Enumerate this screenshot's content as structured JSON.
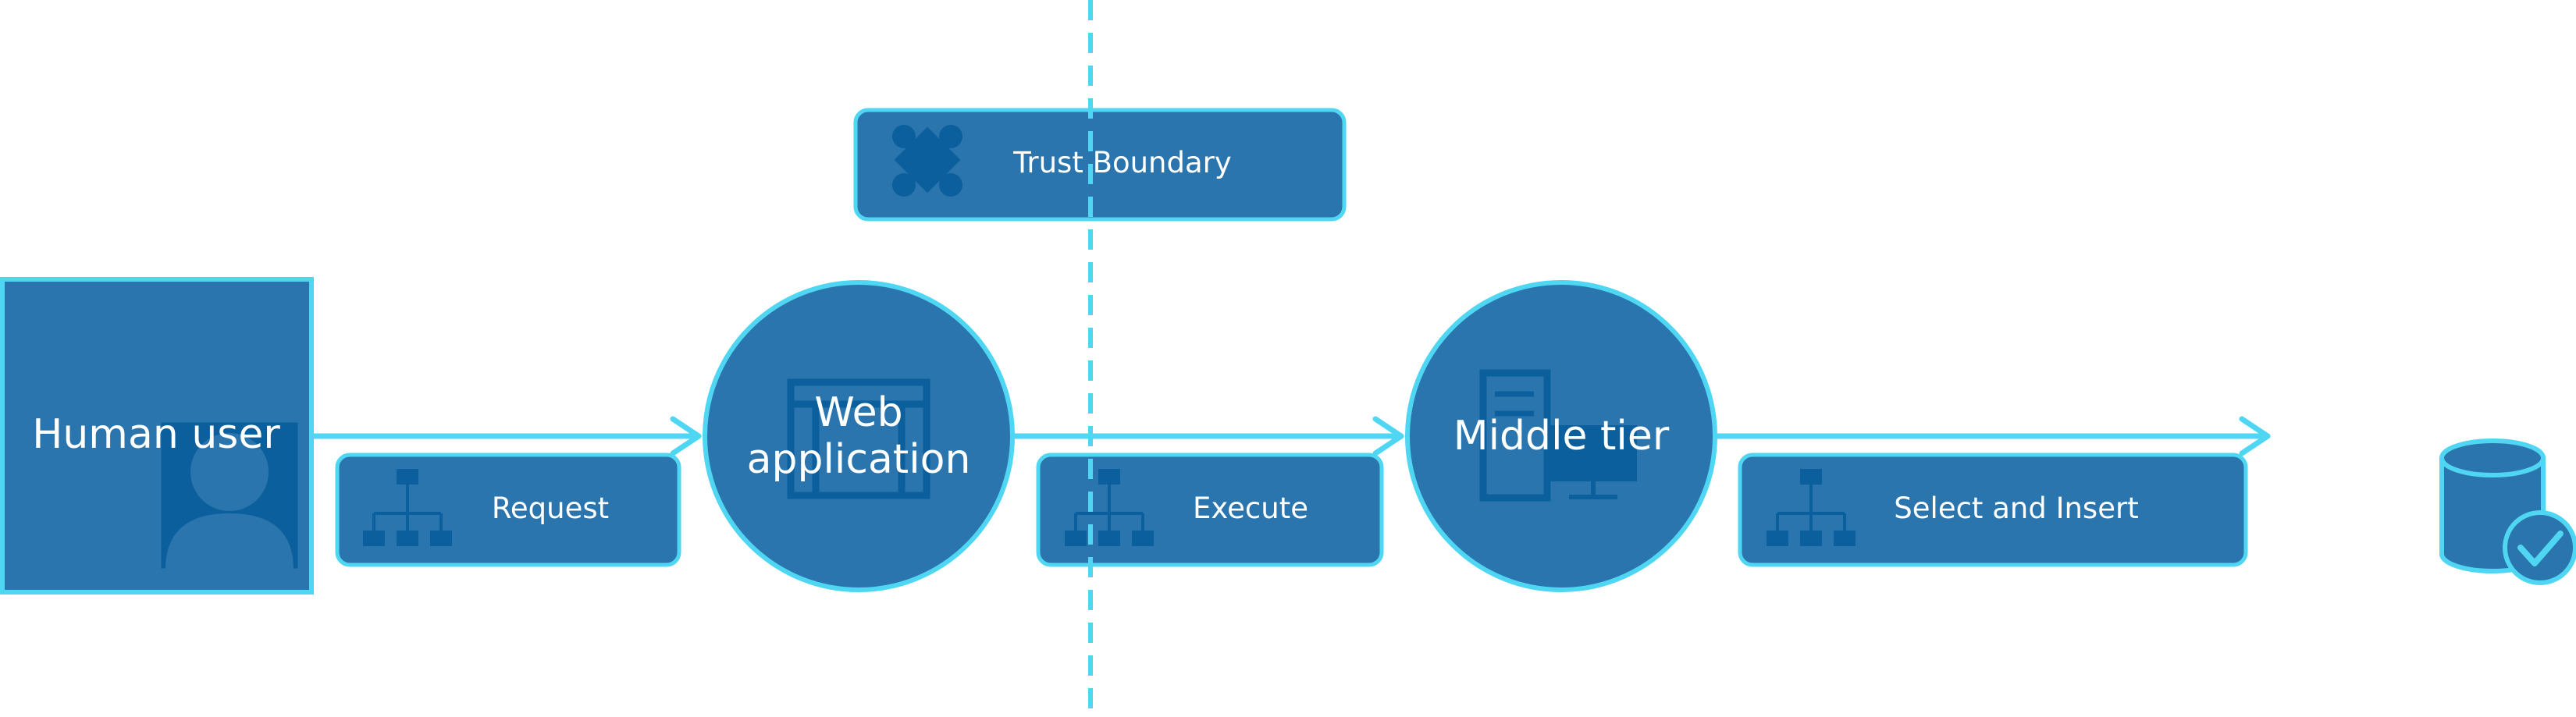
{
  "nodes": {
    "human_user": {
      "label": "Human user"
    },
    "web_application": {
      "line1": "Web",
      "line2": "application"
    },
    "middle_tier": {
      "label": "Middle tier"
    },
    "database": {
      "label": ""
    }
  },
  "flows": {
    "request": {
      "label": "Request"
    },
    "execute": {
      "label": "Execute"
    },
    "select_insert": {
      "label": "Select and Insert"
    }
  },
  "trust_boundary": {
    "label": "Trust Boundary"
  },
  "colors": {
    "fill": "#2a75ae",
    "stroke": "#4fd6f2",
    "icon_dark": "#0b5f9c",
    "text": "#ffffff"
  },
  "icons": [
    "person-icon",
    "hierarchy-icon",
    "web-page-icon",
    "server-computer-icon",
    "puzzle-icon",
    "database-check-icon"
  ]
}
